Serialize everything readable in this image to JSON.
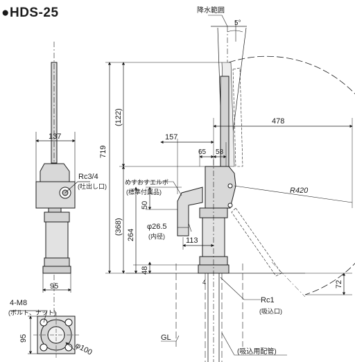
{
  "title": "●HDS-25",
  "labels": {
    "spray_range": "降水範囲",
    "angle": "5°",
    "elbow_line1": "めすおすエルボ",
    "elbow_line2": "(標準付属品)",
    "rc34": "Rc3/4",
    "outlet": "(吐出し口)",
    "rc1": "Rc1",
    "inlet": "(吸込口)",
    "suction_pipe": "(吸込用配管)",
    "gl": "GL",
    "bolt_spec": "4-M8",
    "bolt_note": "(ボルト、ナット)",
    "inner_dia_value": "φ26.5",
    "inner_dia_label": "(内径)",
    "radius": "R420",
    "flange_dia": "φ100"
  },
  "dimensions": {
    "d137": "137",
    "d95_front": "95",
    "d95_base": "95",
    "d719": "719",
    "d122": "(122)",
    "d368": "(368)",
    "d264": "264",
    "d50": "50",
    "d48": "48",
    "d157": "157",
    "d65": "65",
    "d58": "58",
    "d113": "113",
    "d478": "478",
    "d72": "72",
    "d4": "4"
  }
}
